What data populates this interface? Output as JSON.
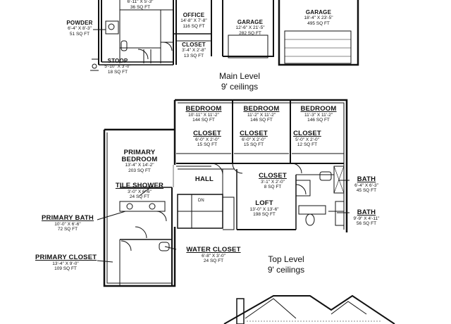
{
  "main_level": {
    "title": "Main Level",
    "ceilings": "9' ceilings",
    "rooms": {
      "top_partial": {
        "dims": "6'-11\" X 5'-3\"",
        "area": "36 SQ FT"
      },
      "office": {
        "name": "OFFICE",
        "dims": "14'-8\" X 7'-8\"",
        "area": "116 SQ FT"
      },
      "closet": {
        "name": "CLOSET",
        "dims": "3'-4\" X 2'-8\"",
        "area": "13 SQ FT"
      },
      "powder": {
        "name": "POWDER",
        "dims": "6'-4\" X 8'-3\"",
        "area": "51 SQ FT"
      },
      "stoop": {
        "name": "STOOP",
        "dims": "5'-10\" X 3'-0\"",
        "area": "18 SQ FT"
      },
      "garage_small": {
        "name": "GARAGE",
        "dims": "12'-6\" X 21'-5\"",
        "area": "282 SQ FT"
      },
      "garage_large": {
        "name": "GARAGE",
        "dims": "18'-4\" X 23'-5\"",
        "area": "495 SQ FT"
      }
    }
  },
  "top_level": {
    "title": "Top Level",
    "ceilings": "9' ceilings",
    "rooms": {
      "bedroom1": {
        "name": "BEDROOM",
        "dims": "10'-11\" X 11'-2\"",
        "area": "144 SQ FT"
      },
      "bedroom2": {
        "name": "BEDROOM",
        "dims": "11'-2\" X 11'-2\"",
        "area": "146 SQ FT"
      },
      "bedroom3": {
        "name": "BEDROOM",
        "dims": "11'-3\" X 11'-2\"",
        "area": "146 SQ FT"
      },
      "closet1": {
        "name": "CLOSET",
        "dims": "6'-0\" X 2'-0\"",
        "area": "15 SQ FT"
      },
      "closet2": {
        "name": "CLOSET",
        "dims": "6'-0\" X 2'-0\"",
        "area": "15 SQ FT"
      },
      "closet3": {
        "name": "CLOSET",
        "dims": "5'-0\" X 2'-0\"",
        "area": "12 SQ FT"
      },
      "primary_bedroom": {
        "name_line1": "PRIMARY",
        "name_line2": "BEDROOM",
        "dims": "13'-4\" X 14'-2\"",
        "area": "203 SQ FT"
      },
      "tile_shower": {
        "name": "TILE SHOWER",
        "dims": "3'-0\" X 6'-6\"",
        "area": "24 SQ FT"
      },
      "hall": {
        "name": "HALL"
      },
      "closet_small": {
        "name": "CLOSET",
        "dims": "3'-1\" X 2'-0\"",
        "area": "8 SQ FT"
      },
      "loft": {
        "name": "LOFT",
        "dims": "13'-0\" X 13'-6\"",
        "area": "198 SQ FT"
      },
      "bath1": {
        "name": "BATH",
        "dims": "6'-4\" X 6'-3\"",
        "area": "45 SQ FT"
      },
      "bath2": {
        "name": "BATH",
        "dims": "9'-9\" X 4'-11\"",
        "area": "56 SQ FT"
      },
      "primary_bath": {
        "name": "PRIMARY BATH",
        "dims": "10'-0\" X 6'-6\"",
        "area": "72 SQ FT"
      },
      "primary_closet": {
        "name": "PRIMARY CLOSET",
        "dims": "13'-4\" X 9'-0\"",
        "area": "109 SQ FT"
      },
      "water_closet": {
        "name": "WATER CLOSET",
        "dims": "6'-8\" X 3'-0\"",
        "area": "24 SQ FT"
      },
      "stair_dn": "DN"
    }
  }
}
